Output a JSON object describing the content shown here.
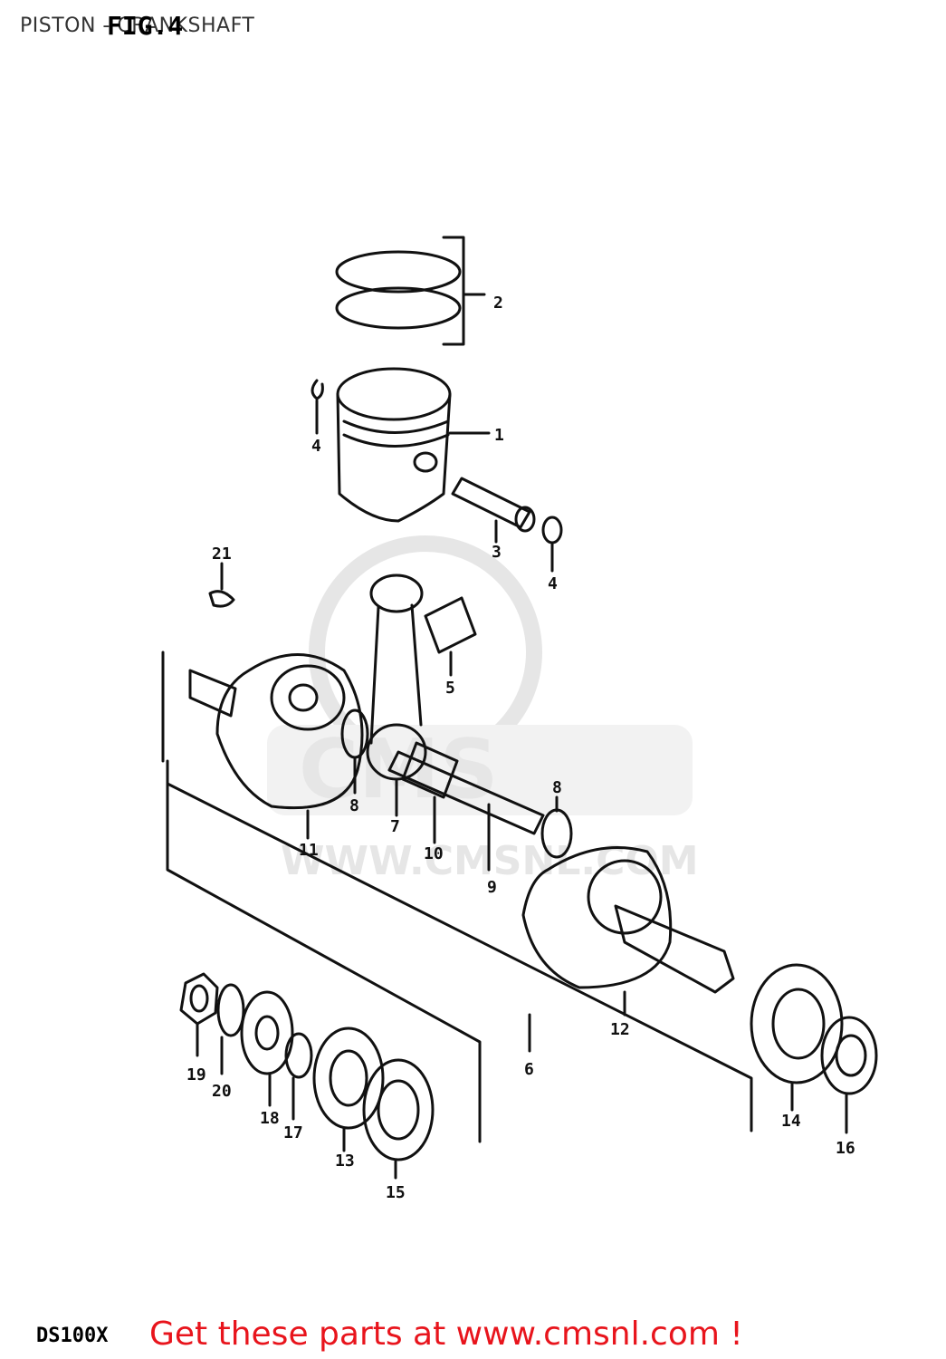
{
  "header": {
    "title": "PISTON - CRANKSHAFT",
    "figure": "FIG.4"
  },
  "footer": {
    "model": "DS100X",
    "promo": "Get these parts at www.cmsnl.com !"
  },
  "watermark": {
    "brand": "CMS",
    "url": "WWW.CMSNL.COM"
  },
  "parts": [
    {
      "no": "1"
    },
    {
      "no": "2"
    },
    {
      "no": "3"
    },
    {
      "no": "4"
    },
    {
      "no": "4"
    },
    {
      "no": "5"
    },
    {
      "no": "6"
    },
    {
      "no": "7"
    },
    {
      "no": "8"
    },
    {
      "no": "8"
    },
    {
      "no": "9"
    },
    {
      "no": "10"
    },
    {
      "no": "11"
    },
    {
      "no": "12"
    },
    {
      "no": "13"
    },
    {
      "no": "14"
    },
    {
      "no": "15"
    },
    {
      "no": "16"
    },
    {
      "no": "17"
    },
    {
      "no": "18"
    },
    {
      "no": "19"
    },
    {
      "no": "20"
    },
    {
      "no": "21"
    }
  ],
  "colors": {
    "line": "#111111",
    "promo": "#e8141c",
    "watermark": "#e6e6e6"
  }
}
